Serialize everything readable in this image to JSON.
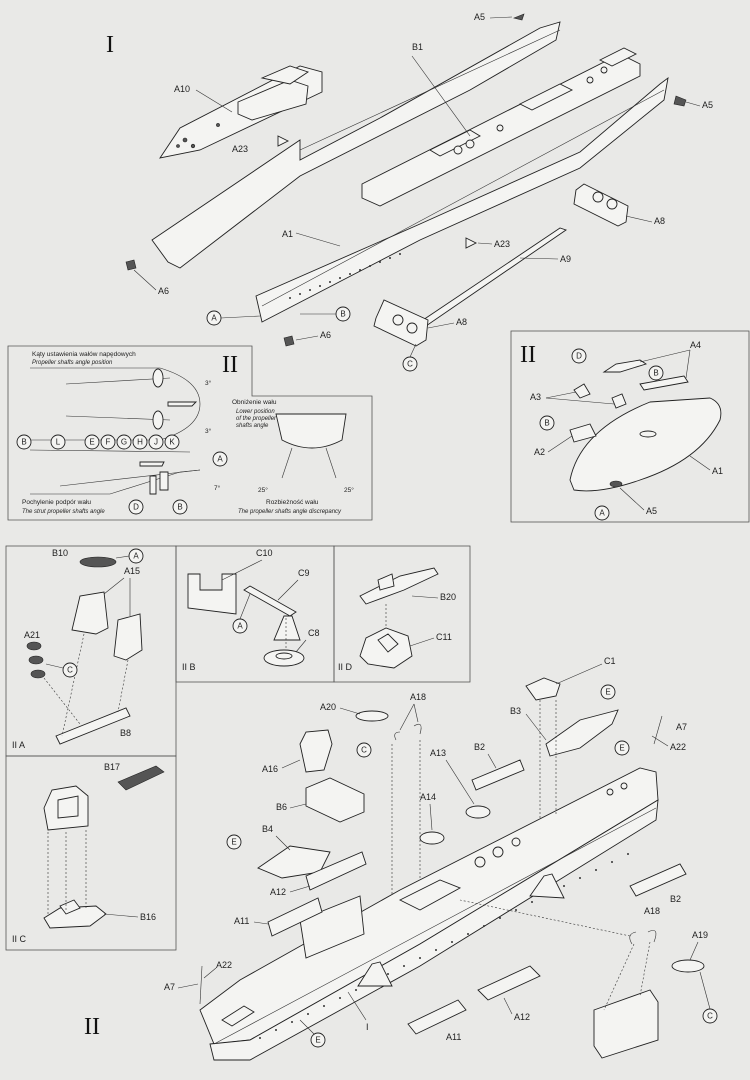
{
  "steps": {
    "one": "I",
    "two": "II",
    "two_inset": "II",
    "two_right": "II",
    "two_bottom": "II"
  },
  "substeps": {
    "a": "II A",
    "b": "II B",
    "c": "II C",
    "d": "II D"
  },
  "shaft_diagram": {
    "title_pl": "Kąty ustawienia wałów napędowych",
    "title_en": "Propeller shafts angle position",
    "lower_pl": "Obniżenie wału",
    "lower_en_1": "Lower position",
    "lower_en_2": "of the propeller",
    "lower_en_3": "shafts angle",
    "strut_pl": "Pochylenie podpór wału",
    "strut_en": "The strut propeller shafts angle",
    "disc_pl": "Rozbieżność wału",
    "disc_en": "The propeller shafts angle discrepancy",
    "angle_left": "25°",
    "angle_right": "25°",
    "dim_1": "3°",
    "dim_2": "3°",
    "dim_3": "7°"
  },
  "labels": {
    "A1": "A1",
    "A2": "A2",
    "A3": "A3",
    "A4": "A4",
    "A5": "A5",
    "A6": "A6",
    "A7": "A7",
    "A8": "A8",
    "A9": "A9",
    "A10": "A10",
    "A11": "A11",
    "A12": "A12",
    "A13": "A13",
    "A14": "A14",
    "A15": "A15",
    "A16": "A16",
    "A18": "A18",
    "A19": "A19",
    "A20": "A20",
    "A21": "A21",
    "A22": "A22",
    "A23": "A23",
    "B1": "B1",
    "B2": "B2",
    "B3": "B3",
    "B4": "B4",
    "B6": "B6",
    "B8": "B8",
    "B10": "B10",
    "B16": "B16",
    "B17": "B17",
    "B20": "B20",
    "C1": "C1",
    "C8": "C8",
    "C9": "C9",
    "C10": "C10",
    "C11": "C11",
    "I": "I"
  },
  "circles": {
    "A": "A",
    "B": "B",
    "C": "C",
    "D": "D",
    "E": "E",
    "F": "F",
    "G": "G",
    "H": "H",
    "J": "J",
    "K": "K",
    "L": "L"
  }
}
